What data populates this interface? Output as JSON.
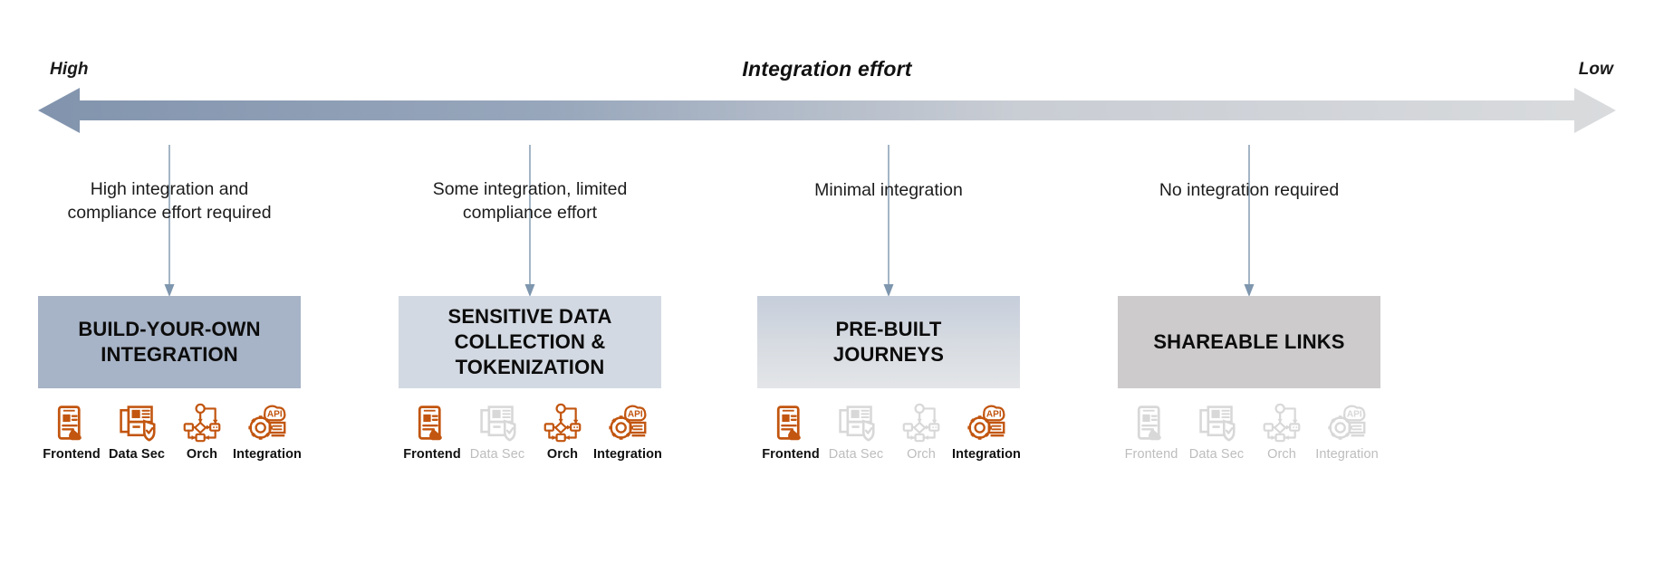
{
  "axis": {
    "title": "Integration effort",
    "left_label": "High",
    "right_label": "Low",
    "left_color": "#8294ad",
    "right_color": "#d9dbdd",
    "direction": "bidirectional"
  },
  "icon_colors": {
    "active": "#c2550f",
    "inactive": "#d8d8d8",
    "label_active": "#111111",
    "label_inactive": "#bdbdbd"
  },
  "connector_color": "#7e96ae",
  "columns": [
    {
      "id": "build-your-own-integration",
      "description": "High integration and\ncompliance effort required",
      "card_title": "BUILD-YOUR-OWN\nINTEGRATION",
      "card_color": "#a7b3c6",
      "card_color_end": "#a7b3c6",
      "icons": [
        {
          "name": "frontend-icon",
          "label": "Frontend",
          "active": true
        },
        {
          "name": "data-sec-icon",
          "label": "Data Sec",
          "active": true
        },
        {
          "name": "orchestration-icon",
          "label": "Orch",
          "active": true
        },
        {
          "name": "integration-api-icon",
          "label": "Integration",
          "active": true
        }
      ]
    },
    {
      "id": "sensitive-data-collection-and-tokenization",
      "description": "Some integration, limited\ncompliance effort",
      "card_title": "SENSITIVE DATA\nCOLLECTION &\nTOKENIZATION",
      "card_color": "#d3d9e2",
      "card_color_end": "#d3d9e2",
      "icons": [
        {
          "name": "frontend-icon",
          "label": "Frontend",
          "active": true
        },
        {
          "name": "data-sec-icon",
          "label": "Data Sec",
          "active": false
        },
        {
          "name": "orchestration-icon",
          "label": "Orch",
          "active": true
        },
        {
          "name": "integration-api-icon",
          "label": "Integration",
          "active": true
        }
      ]
    },
    {
      "id": "pre-built-journeys",
      "description": "Minimal integration",
      "card_title": "PRE-BUILT\nJOURNEYS",
      "card_color": "#c6cedb",
      "card_color_end": "#e3e5e8",
      "icons": [
        {
          "name": "frontend-icon",
          "label": "Frontend",
          "active": true
        },
        {
          "name": "data-sec-icon",
          "label": "Data Sec",
          "active": false
        },
        {
          "name": "orchestration-icon",
          "label": "Orch",
          "active": false
        },
        {
          "name": "integration-api-icon",
          "label": "Integration",
          "active": true
        }
      ]
    },
    {
      "id": "shareable-links",
      "description": "No integration required",
      "card_title": "SHAREABLE LINKS",
      "card_color": "#cdcbcb",
      "card_color_end": "#cdcbcb",
      "icons": [
        {
          "name": "frontend-icon",
          "label": "Frontend",
          "active": false
        },
        {
          "name": "data-sec-icon",
          "label": "Data Sec",
          "active": false
        },
        {
          "name": "orchestration-icon",
          "label": "Orch",
          "active": false
        },
        {
          "name": "integration-api-icon",
          "label": "Integration",
          "active": false
        }
      ]
    }
  ]
}
